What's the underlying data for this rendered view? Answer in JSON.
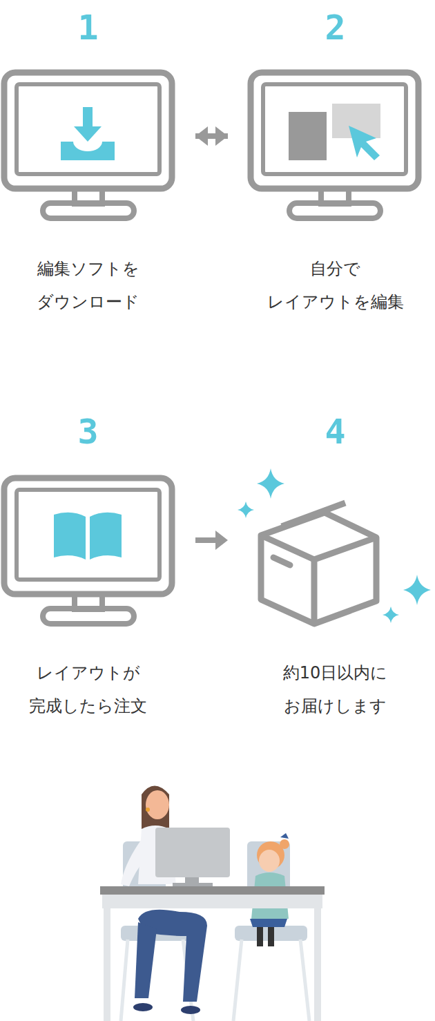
{
  "diagram": {
    "nodes": [
      {
        "text": [
          "1",
          "編集ソフトを ダウンロード"
        ]
      },
      {
        "text": [
          "2",
          "自分で レイアウトを編集"
        ]
      },
      {
        "text": [
          "3",
          "レイアウトが 完成したら注文"
        ]
      },
      {
        "text": [
          "4",
          "約10日以内に お届けします"
        ]
      }
    ],
    "edges": [
      {
        "from": 0,
        "to": 1,
        "arrow": "to"
      },
      {
        "from": 1,
        "to": 2,
        "arrow": "to"
      },
      {
        "from": 2,
        "to": 3,
        "arrow": "to"
      }
    ]
  }
}
